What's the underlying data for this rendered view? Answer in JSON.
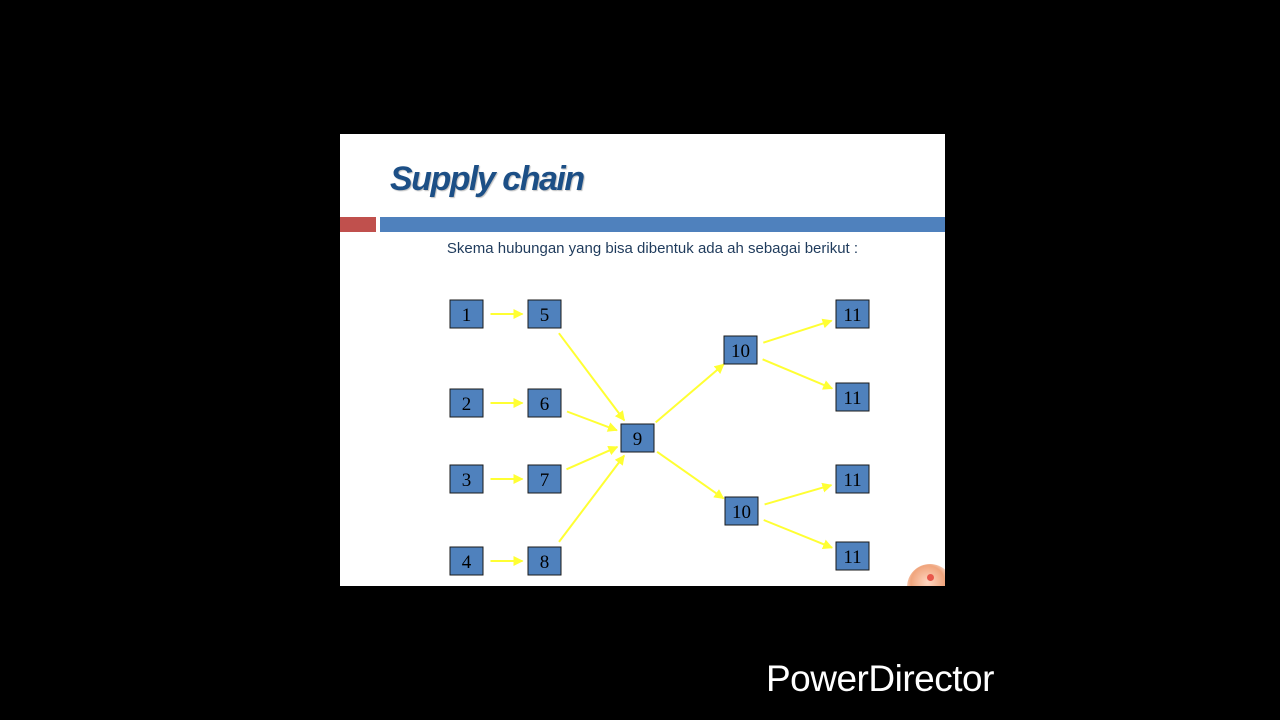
{
  "slide": {
    "title": "Supply chain",
    "subtitle": "Skema hubungan yang bisa dibentuk ada ah sebagai berikut :",
    "colors": {
      "title": "#1c4f86",
      "bar_red": "#c0504d",
      "bar_blue": "#4f81bd",
      "node_fill": "#4f81bd",
      "arrow": "#ffff33"
    }
  },
  "diagram": {
    "nodes": [
      {
        "id": "n1",
        "label": "1"
      },
      {
        "id": "n2",
        "label": "2"
      },
      {
        "id": "n3",
        "label": "3"
      },
      {
        "id": "n4",
        "label": "4"
      },
      {
        "id": "n5",
        "label": "5"
      },
      {
        "id": "n6",
        "label": "6"
      },
      {
        "id": "n7",
        "label": "7"
      },
      {
        "id": "n8",
        "label": "8"
      },
      {
        "id": "n9",
        "label": "9"
      },
      {
        "id": "n10a",
        "label": "10"
      },
      {
        "id": "n10b",
        "label": "10"
      },
      {
        "id": "n11a",
        "label": "11"
      },
      {
        "id": "n11b",
        "label": "11"
      },
      {
        "id": "n11c",
        "label": "11"
      },
      {
        "id": "n11d",
        "label": "11"
      }
    ],
    "edges": [
      [
        "n1",
        "n5"
      ],
      [
        "n2",
        "n6"
      ],
      [
        "n3",
        "n7"
      ],
      [
        "n4",
        "n8"
      ],
      [
        "n5",
        "n9"
      ],
      [
        "n6",
        "n9"
      ],
      [
        "n7",
        "n9"
      ],
      [
        "n8",
        "n9"
      ],
      [
        "n9",
        "n10a"
      ],
      [
        "n9",
        "n10b"
      ],
      [
        "n10a",
        "n11a"
      ],
      [
        "n10a",
        "n11b"
      ],
      [
        "n10b",
        "n11c"
      ],
      [
        "n10b",
        "n11d"
      ]
    ]
  },
  "watermark": {
    "text": "PowerDirector"
  }
}
